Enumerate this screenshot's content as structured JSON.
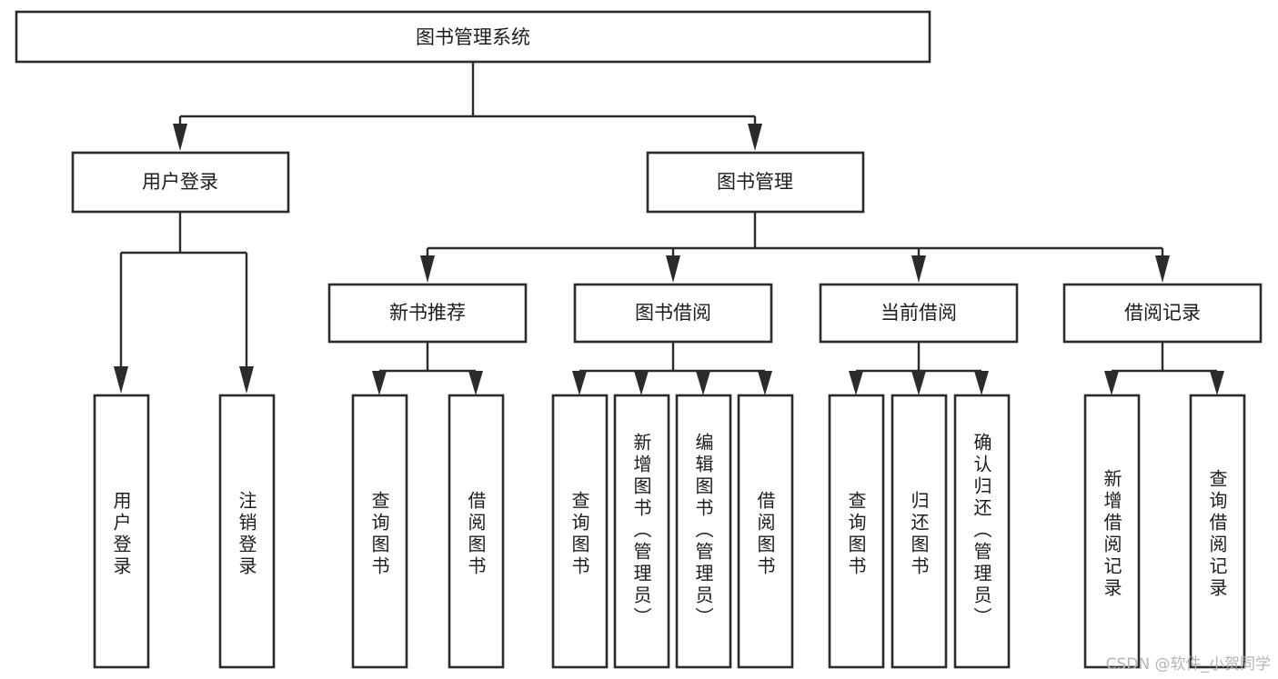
{
  "diagram": {
    "title_node": {
      "label": "图书管理系统"
    },
    "level2": [
      {
        "id": "user-login",
        "label": "用户登录"
      },
      {
        "id": "book-management",
        "label": "图书管理"
      }
    ],
    "level3": [
      {
        "id": "new-book-recommend",
        "label": "新书推荐"
      },
      {
        "id": "book-borrow",
        "label": "图书借阅"
      },
      {
        "id": "current-borrow",
        "label": "当前借阅"
      },
      {
        "id": "borrow-record",
        "label": "借阅记录"
      }
    ],
    "leaves": {
      "user_login": [
        {
          "id": "leaf-user-login",
          "label": "用户登录"
        },
        {
          "id": "leaf-logout-login",
          "label": "注销登录"
        }
      ],
      "new_book_recommend": [
        {
          "id": "leaf-query-book-1",
          "label": "查询图书"
        },
        {
          "id": "leaf-borrow-book-1",
          "label": "借阅图书"
        }
      ],
      "book_borrow": [
        {
          "id": "leaf-query-book-2",
          "label": "查询图书"
        },
        {
          "id": "leaf-add-book",
          "label": "新增图书（管理员）"
        },
        {
          "id": "leaf-edit-book",
          "label": "编辑图书（管理员）"
        },
        {
          "id": "leaf-borrow-book-2",
          "label": "借阅图书"
        }
      ],
      "current_borrow": [
        {
          "id": "leaf-query-book-3",
          "label": "查询图书"
        },
        {
          "id": "leaf-return-book",
          "label": "归还图书"
        },
        {
          "id": "leaf-confirm-return",
          "label": "确认归还（管理员）"
        }
      ],
      "borrow_record": [
        {
          "id": "leaf-add-record",
          "label": "新增借阅记录"
        },
        {
          "id": "leaf-query-record",
          "label": "查询借阅记录"
        }
      ]
    },
    "watermark": "CSDN @软件_小贺同学",
    "colors": {
      "stroke": "#2b2b2b",
      "fill": "#ffffff",
      "text": "#1c1c1c",
      "watermark": "#b4b4b4"
    }
  }
}
